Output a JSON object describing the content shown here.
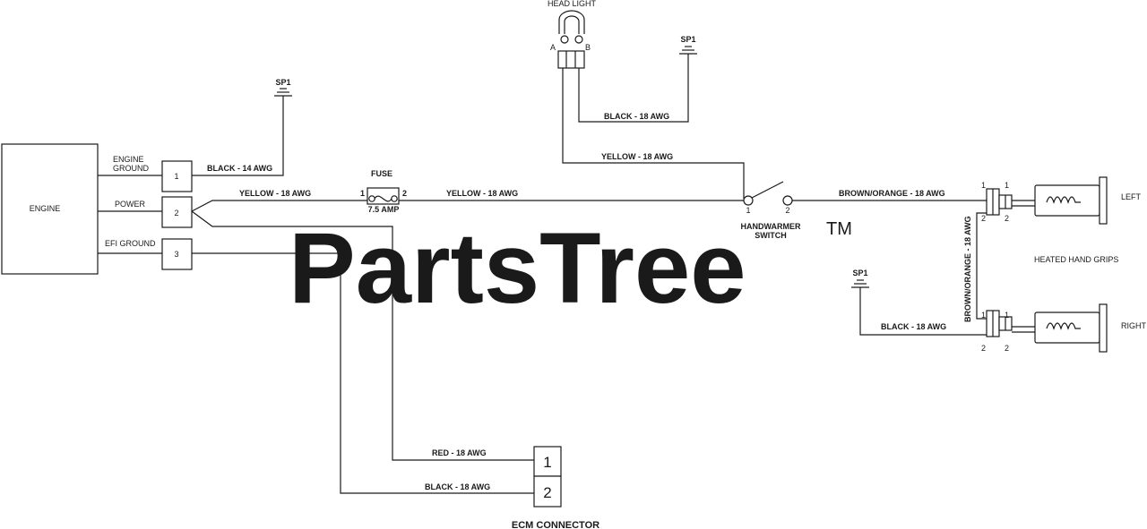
{
  "watermark": {
    "text": "PartsTree",
    "trademark": "TM"
  },
  "components": {
    "engine": "ENGINE",
    "engine_ground": [
      "ENGINE",
      "GROUND"
    ],
    "power": "POWER",
    "efi_ground": "EFI GROUND",
    "engine_pins": [
      "1",
      "2",
      "3"
    ],
    "fuse": {
      "label": "FUSE",
      "rating": "7.5 AMP",
      "pin_left": "1",
      "pin_right": "2"
    },
    "head_light": {
      "label": "HEAD LIGHT",
      "pin_a": "A",
      "pin_b": "B"
    },
    "sp1": "SP1",
    "handwarmer_switch": {
      "label": [
        "HANDWARMER",
        "SWITCH"
      ],
      "pin_left": "1",
      "pin_right": "2"
    },
    "heated_hand_grips": "HEATED HAND GRIPS",
    "left": "LEFT",
    "right": "RIGHT",
    "grip_pins": [
      "1",
      "2"
    ],
    "ecm_connector": {
      "label": "ECM CONNECTOR",
      "pins": [
        "1",
        "2"
      ]
    }
  },
  "wires": {
    "engine_ground_to_sp1": "BLACK - 14 AWG",
    "power_to_fuse": "YELLOW - 18 AWG",
    "fuse_to_switch": "YELLOW - 18 AWG",
    "headlight_to_switch": "YELLOW - 18 AWG",
    "headlight_to_sp1": "BLACK - 18 AWG",
    "switch_to_grips": "BROWN/ORANGE - 18 AWG",
    "grip_jumper": "BROWN/ORANGE - 18 AWG",
    "grips_to_sp1": "BLACK - 18 AWG",
    "power_to_ecm": "RED - 18 AWG",
    "efi_ground_to_ecm": "BLACK - 18 AWG"
  }
}
